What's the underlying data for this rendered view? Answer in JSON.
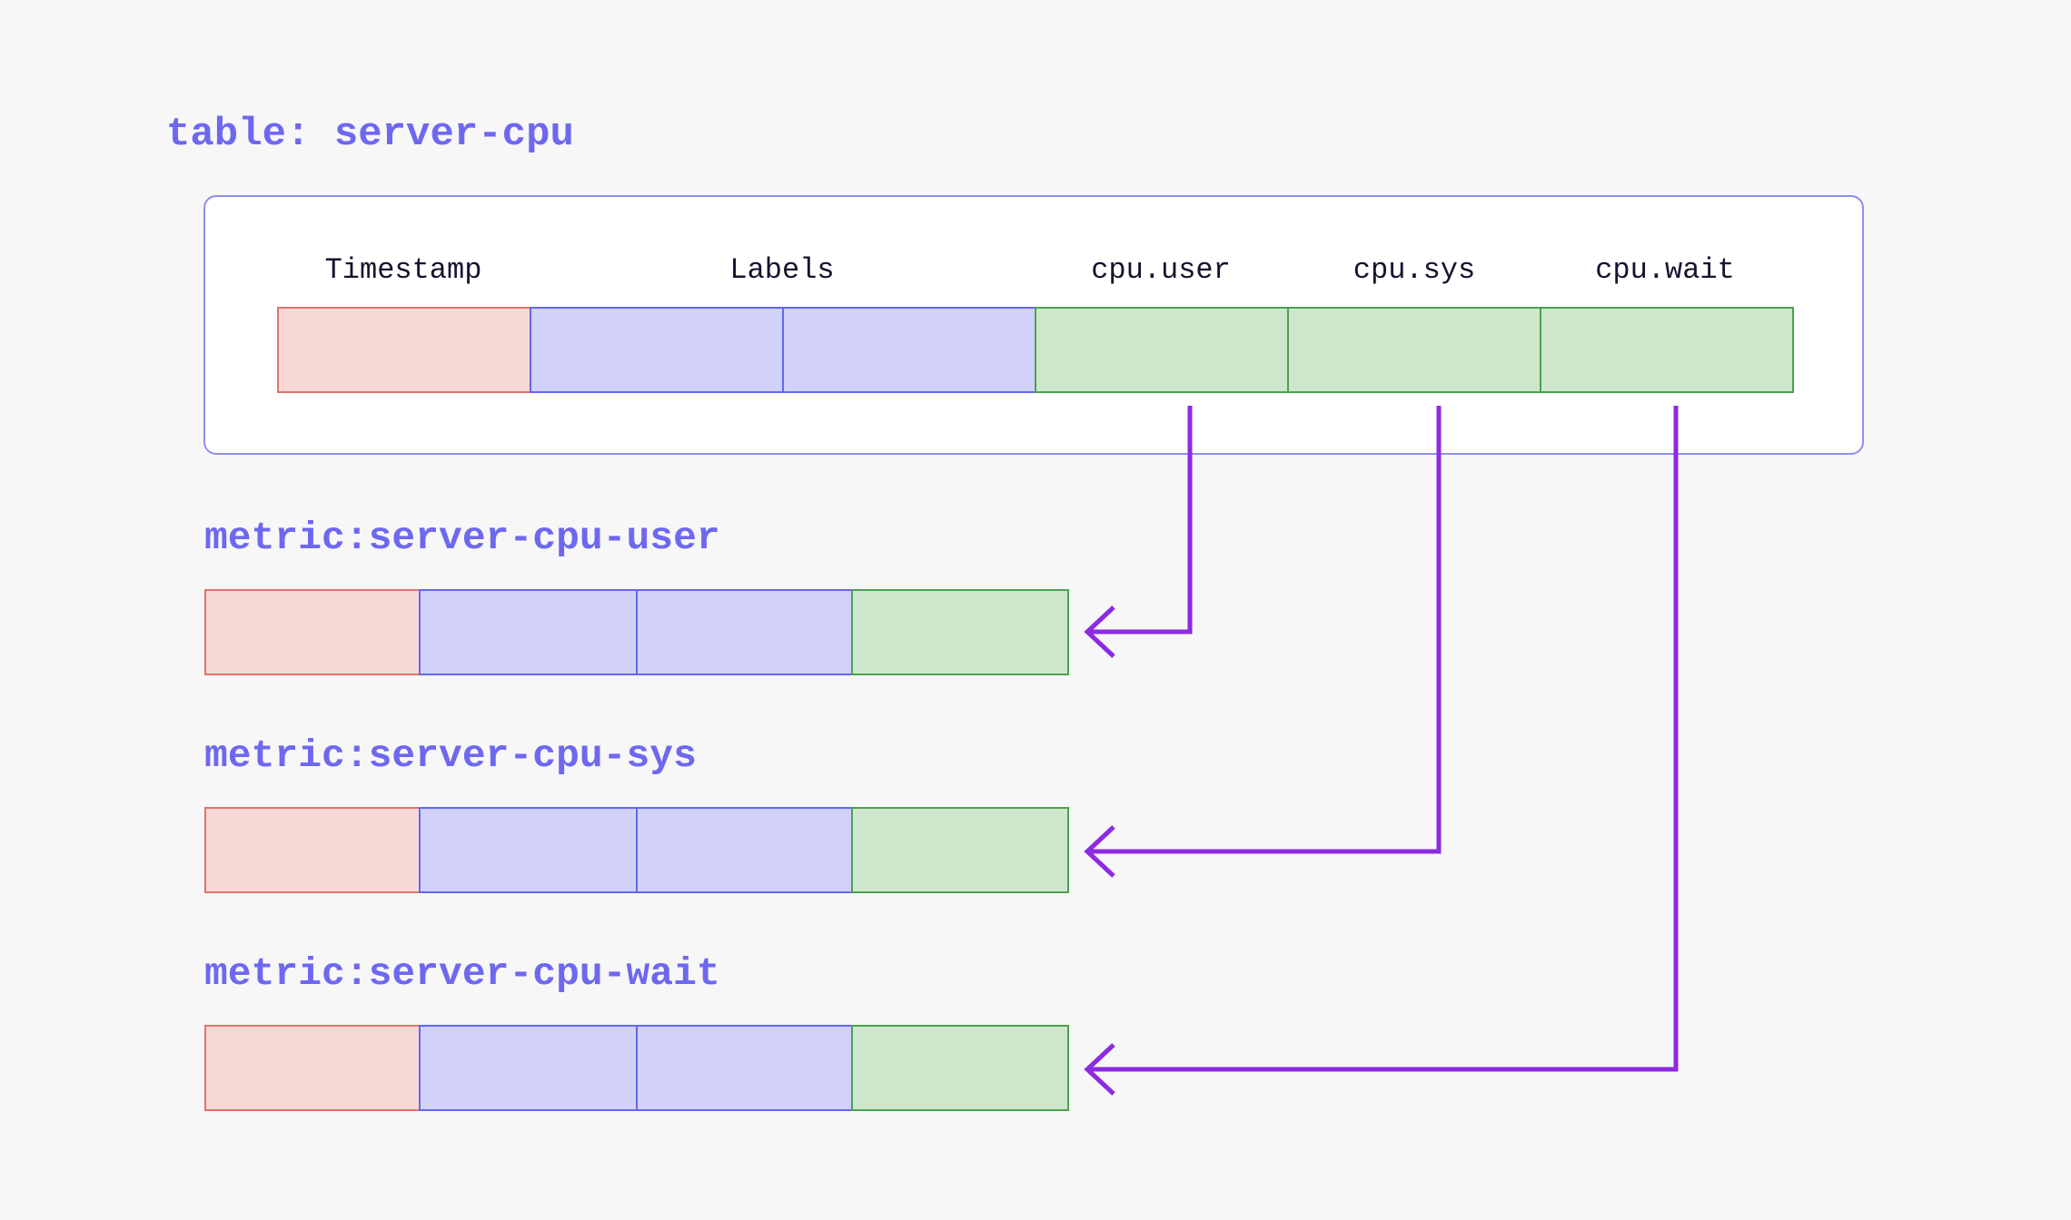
{
  "diagram": {
    "title": "table: server-cpu"
  },
  "table": {
    "columns": [
      {
        "label": "Timestamp",
        "type": "timestamp"
      },
      {
        "label": "Labels",
        "type": "labels",
        "cell_span": 2
      },
      {
        "label": "cpu.user",
        "type": "value"
      },
      {
        "label": "cpu.sys",
        "type": "value"
      },
      {
        "label": "cpu.wait",
        "type": "value"
      }
    ]
  },
  "metrics": [
    {
      "label": "metric:server-cpu-user",
      "source_column": "cpu.user"
    },
    {
      "label": "metric:server-cpu-sys",
      "source_column": "cpu.sys"
    },
    {
      "label": "metric:server-cpu-wait",
      "source_column": "cpu.wait"
    }
  ],
  "colors": {
    "background": "#f7f7f8",
    "container_bg": "#ffffff",
    "container_border": "#8f8ff0",
    "timestamp_fill": "#f8d8d4",
    "timestamp_border": "#e0736b",
    "labels_fill": "#d1d1fa",
    "labels_border": "#6467ef",
    "value_fill": "#cee7cc",
    "value_border": "#4aa24f",
    "title_text": "#6e68f0",
    "header_text": "#14142e",
    "arrow": "#8d2ae2"
  }
}
